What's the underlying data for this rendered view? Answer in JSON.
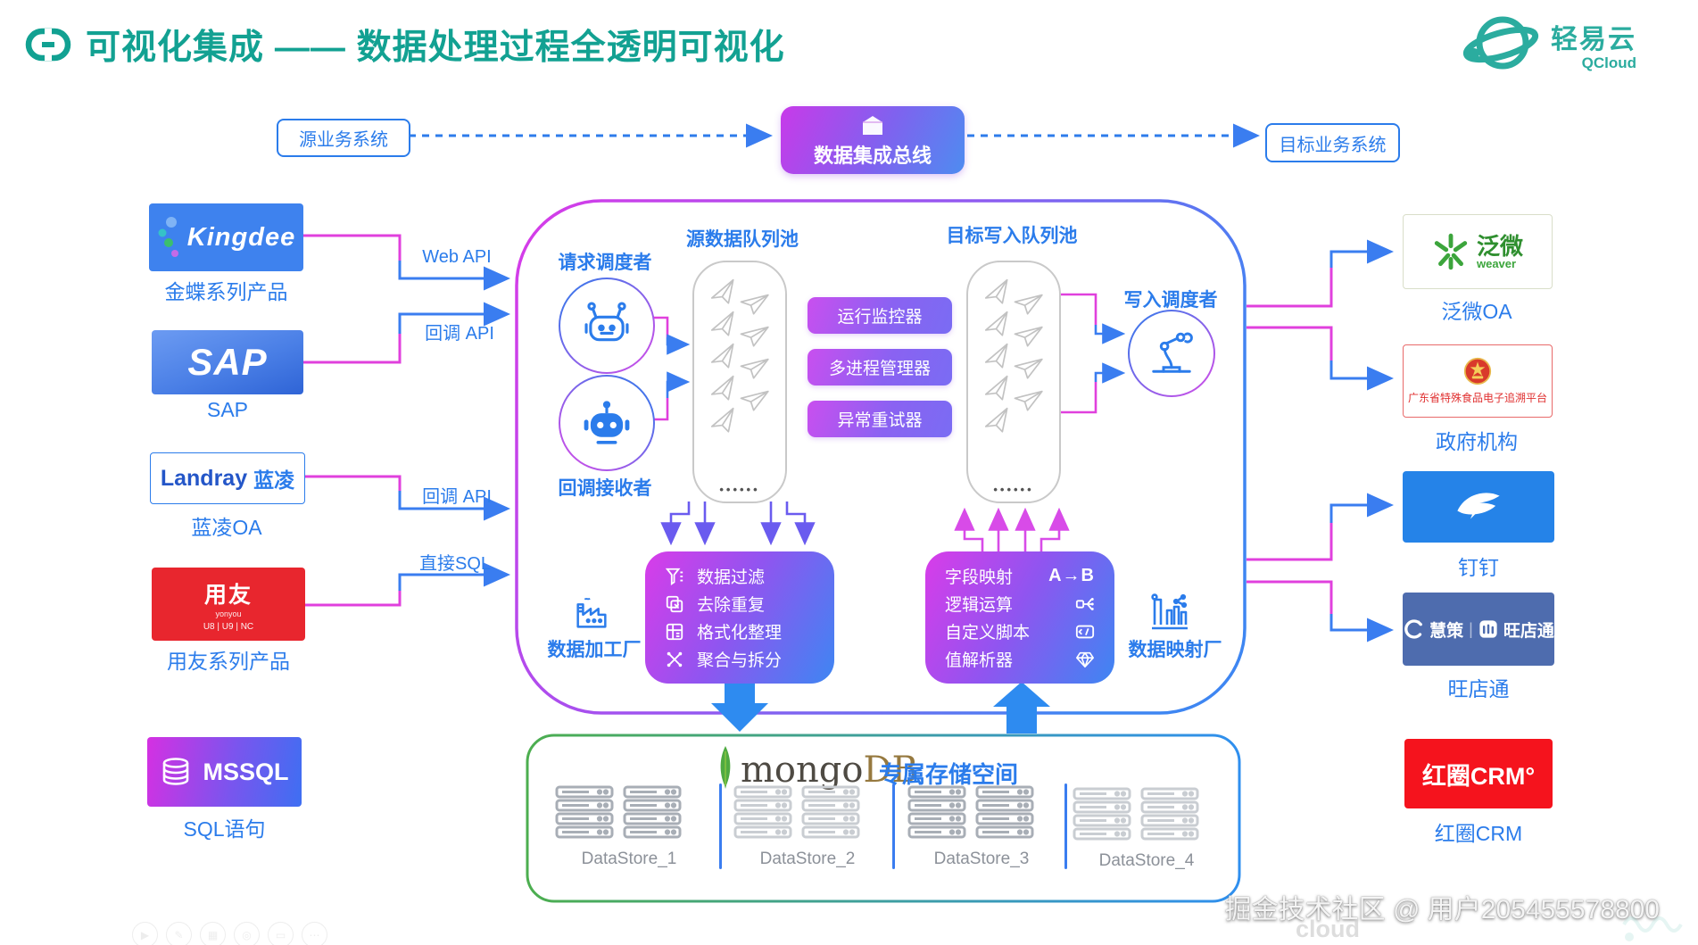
{
  "header": {
    "title": "可视化集成 —— 数据处理过程全透明可视化",
    "logo_text": "轻易云",
    "logo_sub": "QCloud"
  },
  "top_flow": {
    "source": "源业务系统",
    "bus": "数据集成总线",
    "target": "目标业务系统"
  },
  "left_systems": [
    {
      "name": "Kingdee",
      "caption": "金蝶系列产品"
    },
    {
      "name": "SAP",
      "caption": "SAP"
    },
    {
      "name": "Landray",
      "name_cn": "蓝凌",
      "caption": "蓝凌OA"
    },
    {
      "name": "用友",
      "sub": "yonyou",
      "bottom": "U8 | U9 | NC",
      "caption": "用友系列产品"
    },
    {
      "name": "MSSQL",
      "caption": "SQL语句"
    }
  ],
  "api_labels": [
    "Web API",
    "回调 API",
    "回调 API",
    "直接SQL"
  ],
  "center": {
    "request_scheduler": "请求调度者",
    "callback_receiver": "回调接收者",
    "source_queue": "源数据队列池",
    "target_queue": "目标写入队列池",
    "write_scheduler": "写入调度者",
    "queue_ellipsis": "••••••",
    "middlewares": [
      "运行监控器",
      "多进程管理器",
      "异常重试器"
    ],
    "factory_left": {
      "caption": "数据加工厂",
      "rows": [
        "数据过滤",
        "去除重复",
        "格式化整理",
        "聚合与拆分"
      ]
    },
    "factory_right": {
      "caption": "数据映射厂",
      "rows": [
        "字段映射",
        "逻辑运算",
        "自定义脚本",
        "值解析器"
      ],
      "map_badge": "A→B"
    }
  },
  "storage": {
    "brand_mongo": "mongo",
    "brand_db": "DB",
    "title": "专属存储空间",
    "datastores": [
      "DataStore_1",
      "DataStore_2",
      "DataStore_3",
      "DataStore_4"
    ]
  },
  "right_systems": [
    {
      "name": "泛微",
      "sub": "weaver",
      "caption": "泛微OA"
    },
    {
      "name": "广东省特殊食品电子追溯平台",
      "caption": "政府机构"
    },
    {
      "name": "钉钉",
      "caption": "钉钉"
    },
    {
      "name": "慧策",
      "name2": "旺店通",
      "caption": "旺店通"
    },
    {
      "name": "红圈CRM°",
      "caption": "红圈CRM"
    }
  ],
  "watermark": {
    "line": "掘金技术社区 @ 用户205455578800",
    "sub": "cloud"
  },
  "colors": {
    "teal": "#12A192",
    "blue": "#2B7CEB",
    "magenta": "#E040DD",
    "link_blue": "#3A7DF0"
  }
}
